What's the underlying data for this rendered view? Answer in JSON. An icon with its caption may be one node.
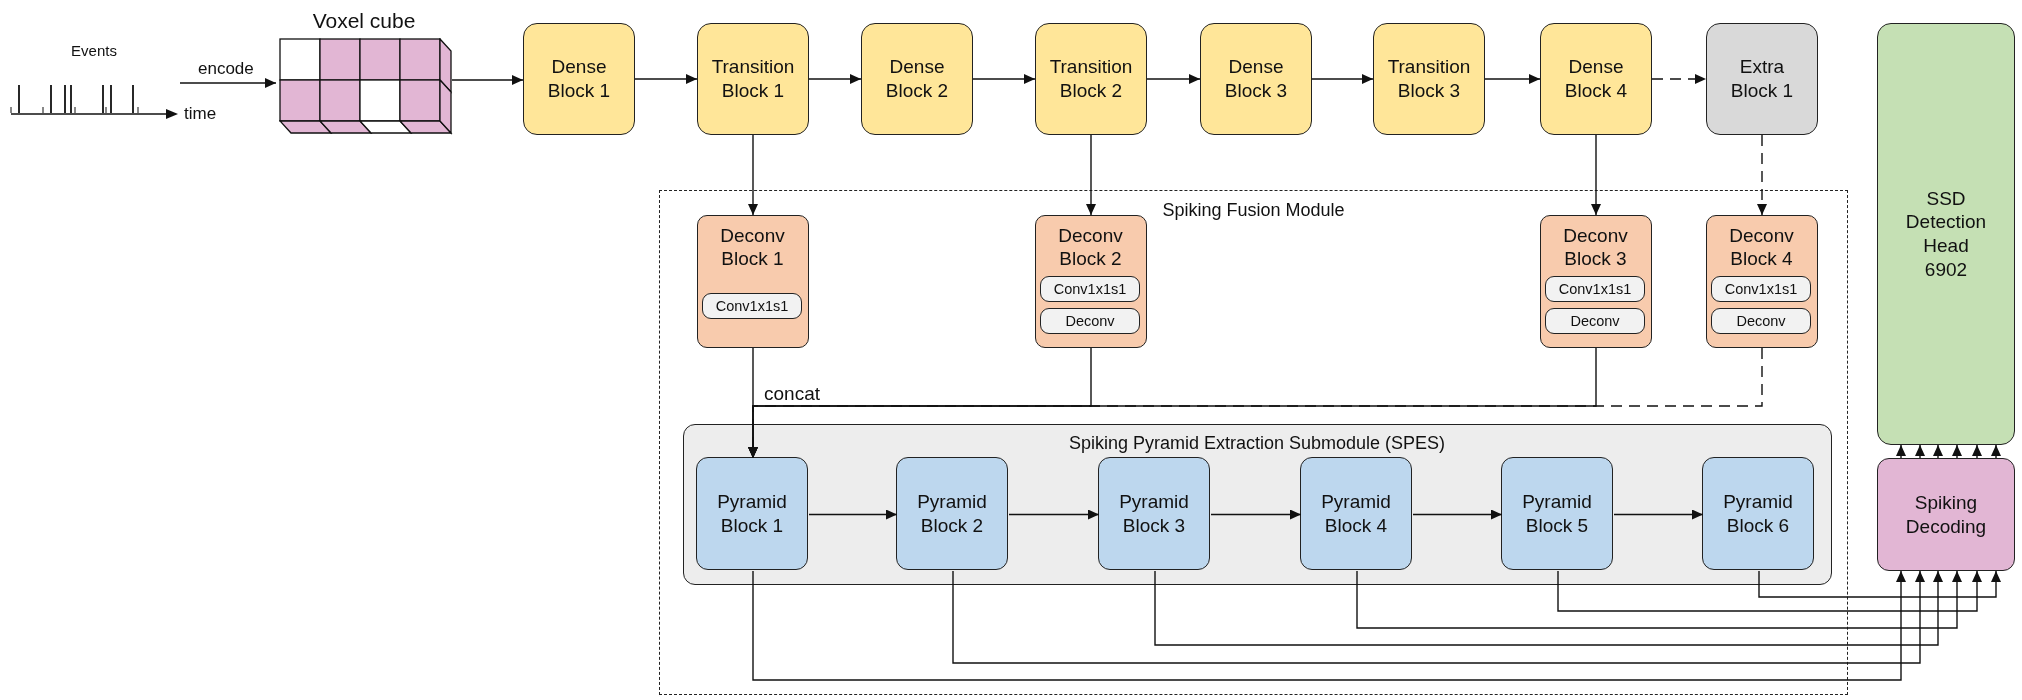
{
  "diagram": {
    "nodes": [
      {
        "text": [
          "Events"
        ]
      },
      {
        "text": [
          "Voxel cube"
        ]
      },
      {
        "text": [
          "Dense Block 1"
        ]
      },
      {
        "text": [
          "Transition Block 1"
        ]
      },
      {
        "text": [
          "Dense Block 2"
        ]
      },
      {
        "text": [
          "Transition Block 2"
        ]
      },
      {
        "text": [
          "Dense Block 3"
        ]
      },
      {
        "text": [
          "Transition Block 3"
        ]
      },
      {
        "text": [
          "Dense Block 4"
        ]
      },
      {
        "text": [
          "Extra Block 1"
        ]
      },
      {
        "text": [
          "SSD Detection Head 6902"
        ]
      },
      {
        "text": [
          "Spiking Fusion Module"
        ]
      },
      {
        "text": [
          "Deconv Block 1"
        ],
        "in": 11
      },
      {
        "text": [
          "Conv1x1s1"
        ],
        "in": 12
      },
      {
        "text": [
          "Deconv Block 2"
        ],
        "in": 11
      },
      {
        "text": [
          "Conv1x1s1"
        ],
        "in": 14
      },
      {
        "text": [
          "Deconv"
        ],
        "in": 14
      },
      {
        "text": [
          "Deconv Block 3"
        ],
        "in": 11
      },
      {
        "text": [
          "Conv1x1s1"
        ],
        "in": 17
      },
      {
        "text": [
          "Deconv"
        ],
        "in": 17
      },
      {
        "text": [
          "Deconv Block 4"
        ],
        "in": 11
      },
      {
        "text": [
          "Conv1x1s1"
        ],
        "in": 20
      },
      {
        "text": [
          "Deconv"
        ],
        "in": 20
      },
      {
        "text": [
          "Spiking Pyramid Extraction Submodule (SPES)"
        ],
        "in": 11
      },
      {
        "text": [
          "Pyramid Block 1"
        ],
        "in": 23
      },
      {
        "text": [
          "Pyramid Block 2"
        ],
        "in": 23
      },
      {
        "text": [
          "Pyramid Block 3"
        ],
        "in": 23
      },
      {
        "text": [
          "Pyramid Block 4"
        ],
        "in": 23
      },
      {
        "text": [
          "Pyramid Block 5"
        ],
        "in": 23
      },
      {
        "text": [
          "Pyramid Block 6"
        ],
        "in": 23
      },
      {
        "text": [
          "Spiking Decoding"
        ]
      }
    ],
    "edges": [
      {
        "from": 0,
        "to": 1,
        "arrow": "to",
        "label": "encode"
      },
      {
        "from": 1,
        "to": 2,
        "arrow": "to"
      },
      {
        "from": 2,
        "to": 3,
        "arrow": "to"
      },
      {
        "from": 3,
        "to": 4,
        "arrow": "to"
      },
      {
        "from": 4,
        "to": 5,
        "arrow": "to"
      },
      {
        "from": 5,
        "to": 6,
        "arrow": "to"
      },
      {
        "from": 6,
        "to": 7,
        "arrow": "to"
      },
      {
        "from": 7,
        "to": 8,
        "arrow": "to"
      },
      {
        "from": 8,
        "to": 9,
        "arrow": "to",
        "style": "dashed"
      },
      {
        "from": 3,
        "to": 12,
        "arrow": "to"
      },
      {
        "from": 5,
        "to": 14,
        "arrow": "to"
      },
      {
        "from": 8,
        "to": 17,
        "arrow": "to"
      },
      {
        "from": 9,
        "to": 20,
        "arrow": "to",
        "style": "dashed"
      },
      {
        "from": 12,
        "to": 24,
        "arrow": "to",
        "label": "concat"
      },
      {
        "from": 14,
        "to": 24,
        "arrow": "to"
      },
      {
        "from": 17,
        "to": 24,
        "arrow": "to"
      },
      {
        "from": 20,
        "to": 24,
        "arrow": "to",
        "style": "dashed"
      },
      {
        "from": 24,
        "to": 25,
        "arrow": "to"
      },
      {
        "from": 25,
        "to": 26,
        "arrow": "to"
      },
      {
        "from": 26,
        "to": 27,
        "arrow": "to"
      },
      {
        "from": 27,
        "to": 28,
        "arrow": "to"
      },
      {
        "from": 28,
        "to": 29,
        "arrow": "to"
      },
      {
        "from": 24,
        "to": 30,
        "arrow": "to"
      },
      {
        "from": 25,
        "to": 30,
        "arrow": "to"
      },
      {
        "from": 26,
        "to": 30,
        "arrow": "to"
      },
      {
        "from": 27,
        "to": 30,
        "arrow": "to"
      },
      {
        "from": 28,
        "to": 30,
        "arrow": "to"
      },
      {
        "from": 29,
        "to": 30,
        "arrow": "to"
      },
      {
        "from": 30,
        "to": 10,
        "arrow": "to"
      },
      {
        "from": 30,
        "to": 10,
        "arrow": "to"
      },
      {
        "from": 30,
        "to": 10,
        "arrow": "to"
      },
      {
        "from": 30,
        "to": 10,
        "arrow": "to"
      },
      {
        "from": 30,
        "to": 10,
        "arrow": "to"
      },
      {
        "from": 30,
        "to": 10,
        "arrow": "to"
      }
    ],
    "labels": [
      "time"
    ]
  }
}
